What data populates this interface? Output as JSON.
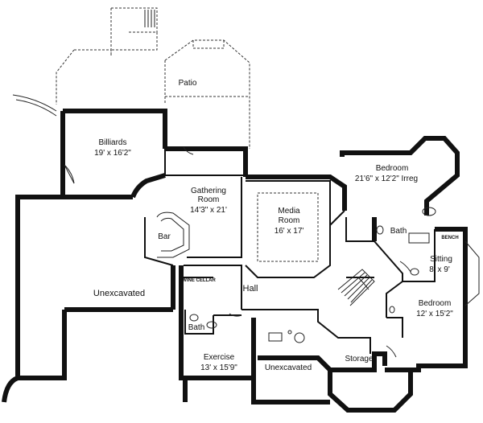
{
  "rooms": {
    "patio": {
      "name": "Patio"
    },
    "billiards": {
      "name": "Billiards",
      "size": "19' x 16'2\""
    },
    "gathering_room": {
      "name_line1": "Gathering",
      "name_line2": "Room",
      "size": "14'3\" x  21'"
    },
    "media_room": {
      "name_line1": "Media",
      "name_line2": "Room",
      "size": "16' x 17'"
    },
    "bedroom_1": {
      "name": "Bedroom",
      "size": "21'6\" x 12'2\" Irreg"
    },
    "bar": {
      "name": "Bar"
    },
    "bath_1": {
      "name": "Bath"
    },
    "sitting": {
      "name": "Sitting",
      "size": "8' x 9'"
    },
    "wine_cellar": {
      "name": "WINE CELLAR"
    },
    "hall": {
      "name": "Hall"
    },
    "unexcavated_1": {
      "name": "Unexcavated"
    },
    "bath_2": {
      "name": "Bath"
    },
    "exercise": {
      "name": "Exercise",
      "size": "13' x 15'9\""
    },
    "unexcavated_2": {
      "name": "Unexcavated"
    },
    "storage": {
      "name": "Storage"
    },
    "bedroom_2": {
      "name": "Bedroom",
      "size": "12' x 15'2\""
    },
    "bench": {
      "name": "BENCH"
    }
  },
  "colors": {
    "wall": "#111111",
    "background": "#ffffff",
    "dashed": "#333333"
  }
}
